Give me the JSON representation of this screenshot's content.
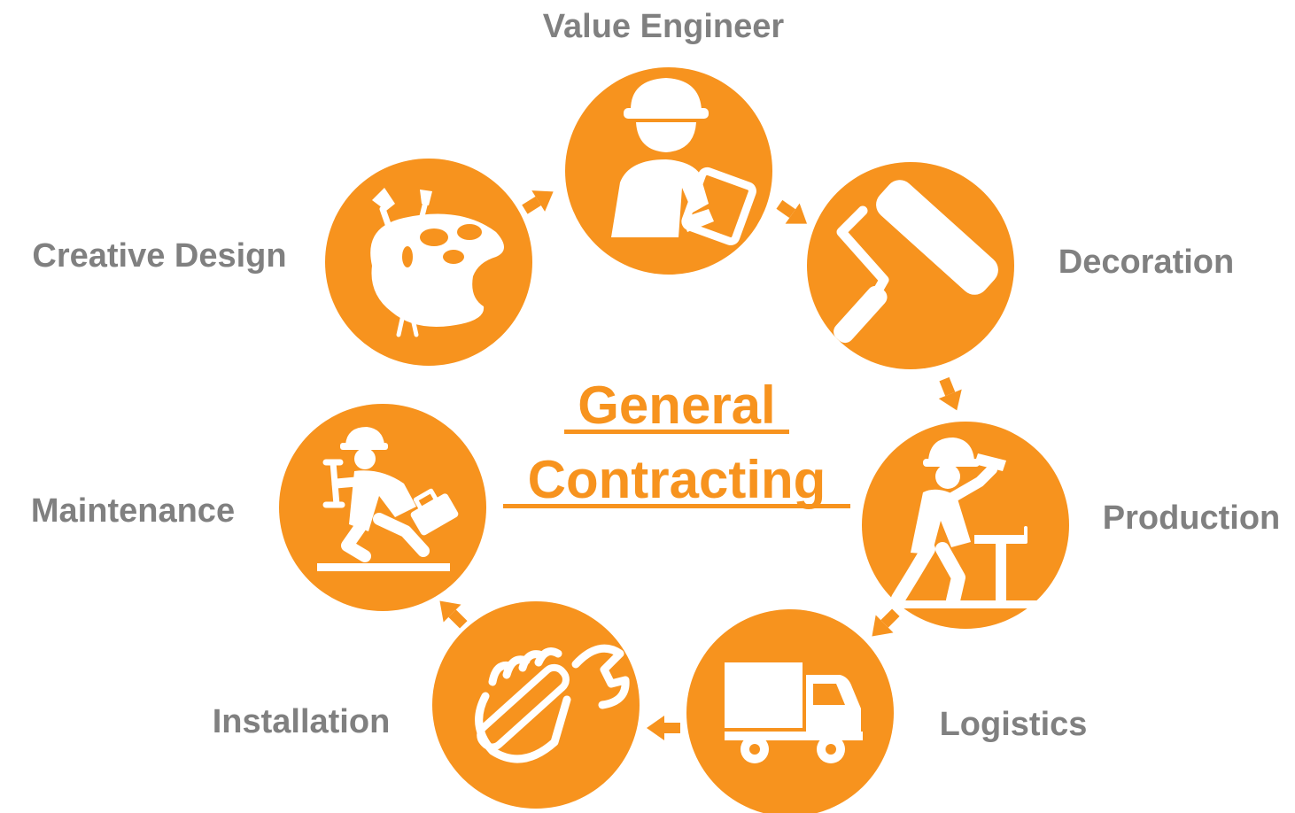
{
  "colors": {
    "accent": "#f7931e",
    "label": "#808080",
    "icon": "#ffffff"
  },
  "center": {
    "title_line1": "General",
    "title_line2": "Contracting"
  },
  "stages": [
    {
      "label": "Value Engineer",
      "icon": "engineer-with-clipboard-icon"
    },
    {
      "label": "Decoration",
      "icon": "paint-roller-icon"
    },
    {
      "label": "Production",
      "icon": "worker-hammering-icon"
    },
    {
      "label": "Logistics",
      "icon": "delivery-truck-icon"
    },
    {
      "label": "Installation",
      "icon": "fist-with-wrench-icon"
    },
    {
      "label": "Maintenance",
      "icon": "repairman-with-toolbox-icon"
    },
    {
      "label": "Creative Design",
      "icon": "paint-palette-icon"
    }
  ]
}
